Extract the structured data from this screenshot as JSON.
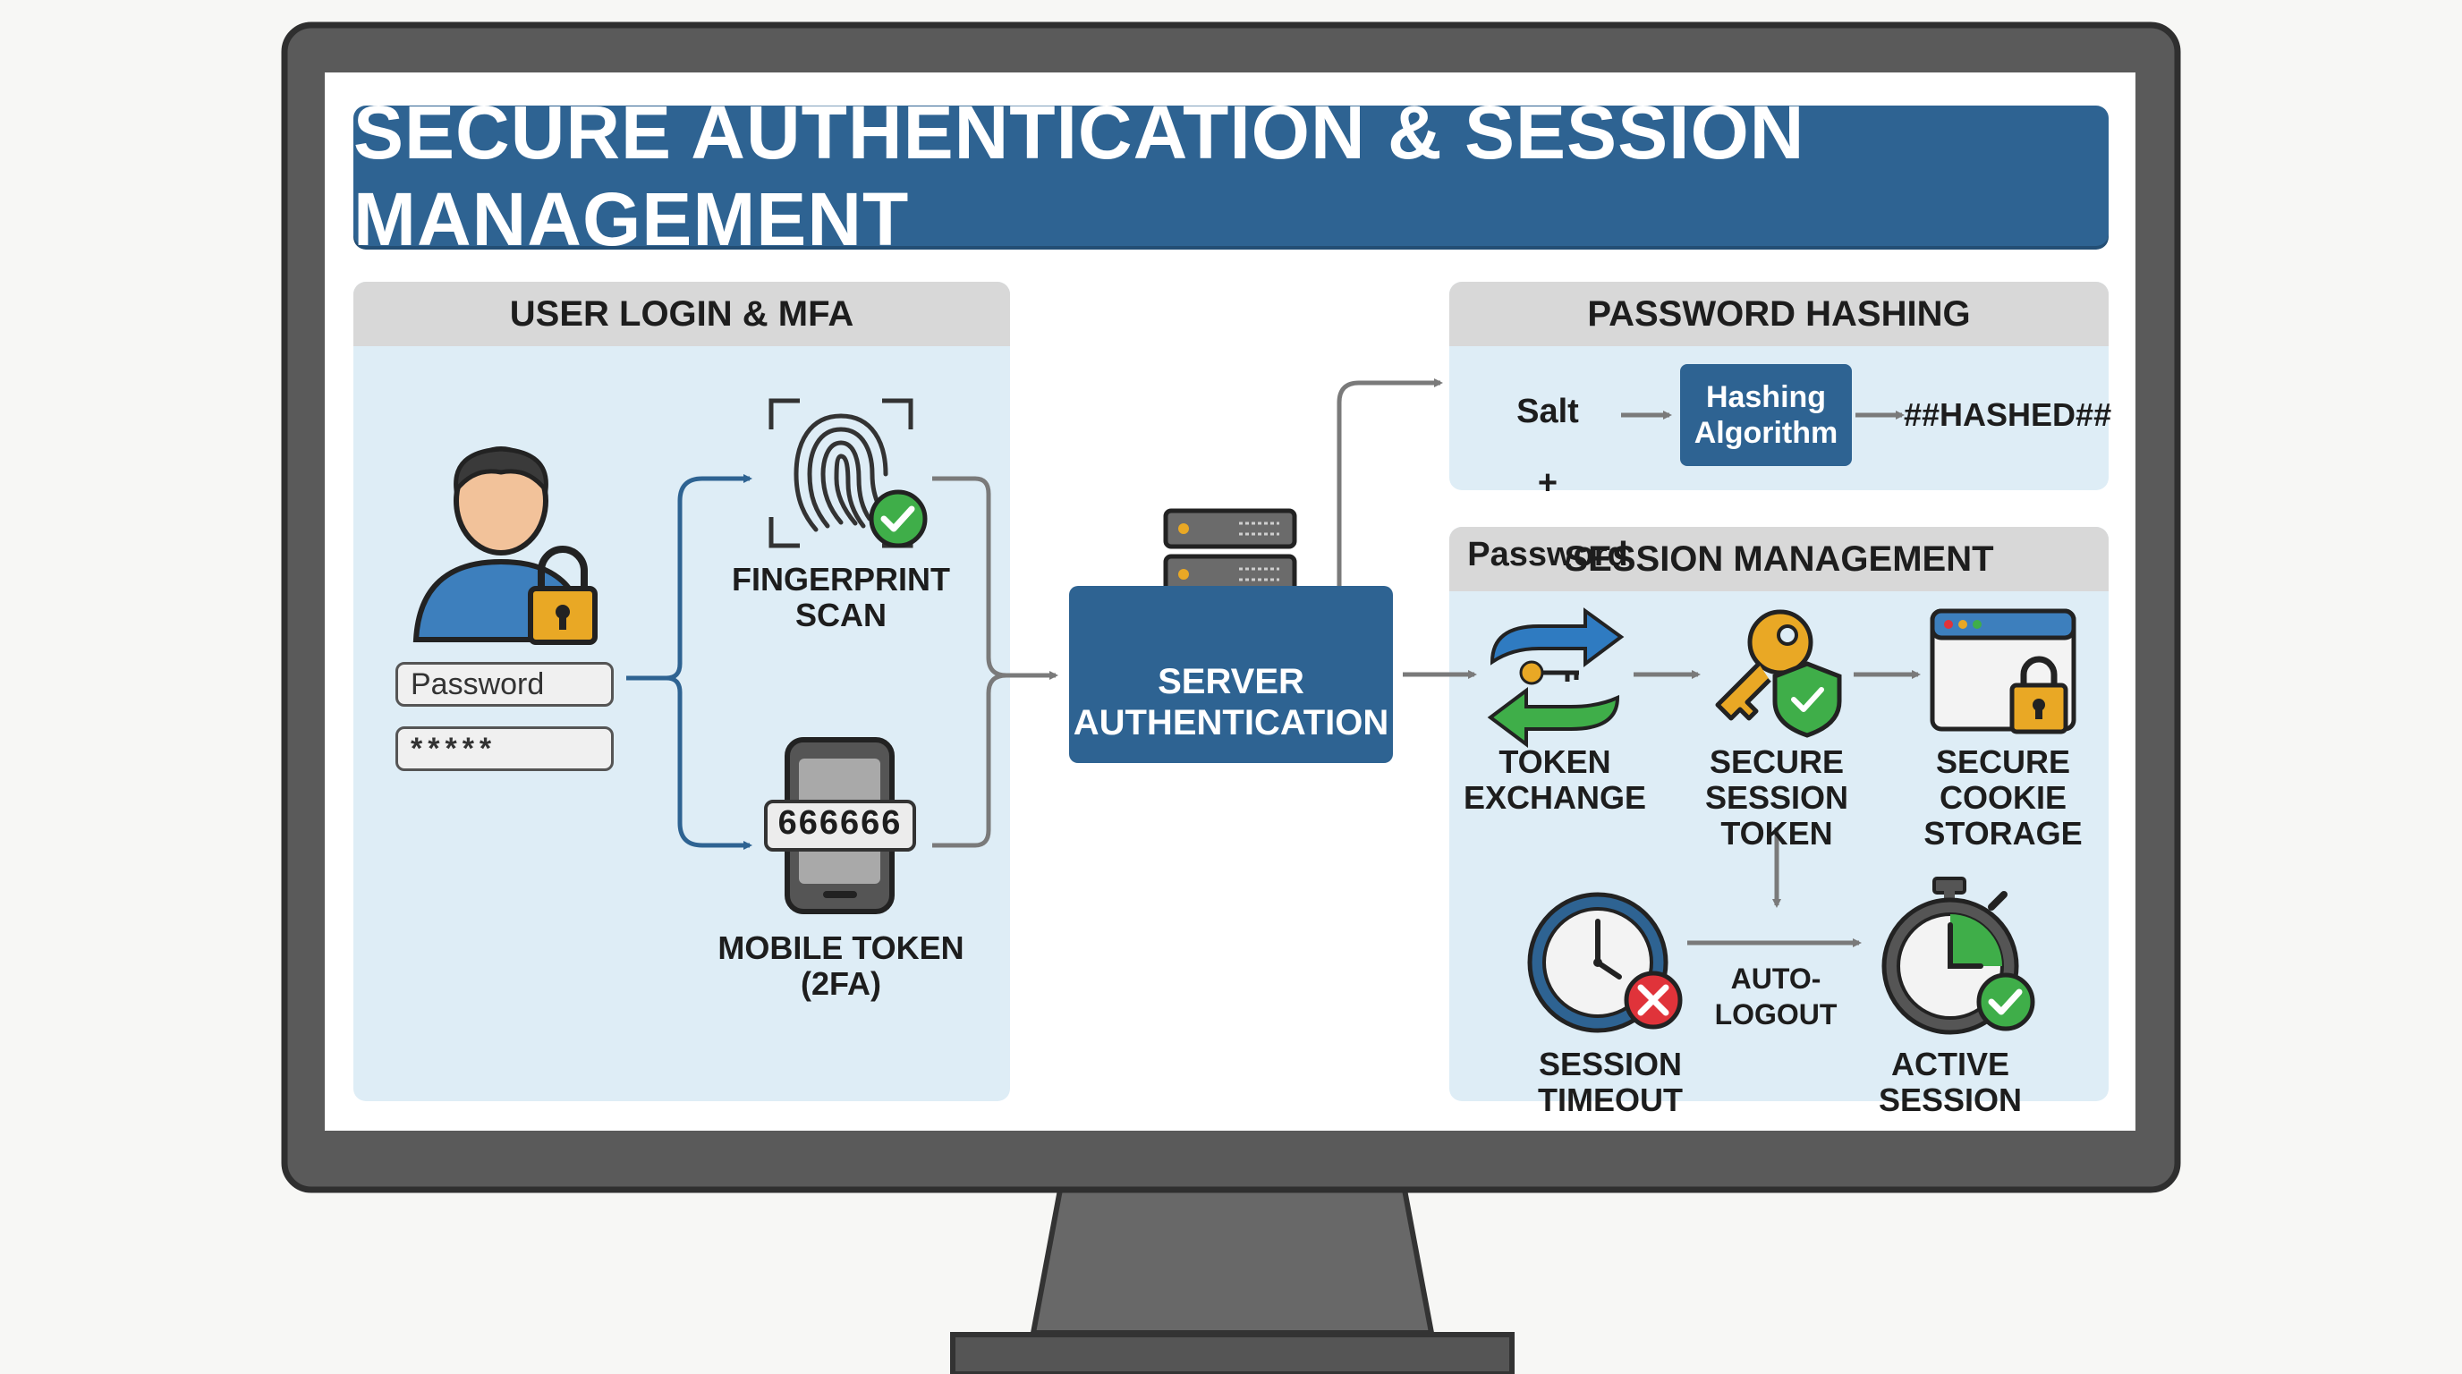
{
  "title": "SECURE AUTHENTICATION & SESSION MANAGEMENT",
  "login_panel": {
    "header": "USER LOGIN & MFA",
    "password_label": "Password",
    "password_value": "*****",
    "fingerprint_label": "FINGERPRINT\nSCAN",
    "mobile_token_code": "666666",
    "mobile_token_label": "MOBILE TOKEN\n(2FA)"
  },
  "server": {
    "label_line1": "SERVER",
    "label_line2": "AUTHENTICATION"
  },
  "hashing_panel": {
    "header": "PASSWORD HASHING",
    "input_line1": "Salt",
    "input_line2": "+",
    "input_line3": "Password",
    "algorithm_line1": "Hashing",
    "algorithm_line2": "Algorithm",
    "output": "##HASHED##"
  },
  "session_panel": {
    "header": "SESSION MANAGEMENT",
    "token_exchange": "TOKEN\nEXCHANGE",
    "secure_session_token": "SECURE\nSESSION TOKEN",
    "secure_cookie_storage": "SECURE COOKIE\nSTORAGE",
    "auto_logout": "AUTO-LOGOUT",
    "session_timeout": "SESSION TIMEOUT",
    "active_session": "ACTIVE SESSION"
  },
  "colors": {
    "primary_blue": "#2e6392",
    "panel_bg": "#deedf6",
    "panel_header": "#d8d8d8",
    "success_green": "#3fae49",
    "error_red": "#e0333a",
    "key_gold": "#e9a825",
    "arrow_gray": "#7a7a7a",
    "monitor_frame": "#555555"
  },
  "icons": [
    "user-icon",
    "lock-icon",
    "fingerprint-icon",
    "check-icon",
    "phone-icon",
    "server-icon",
    "exchange-icon",
    "key-icon",
    "shield-icon",
    "browser-icon",
    "clock-icon",
    "stopwatch-icon",
    "close-icon"
  ]
}
